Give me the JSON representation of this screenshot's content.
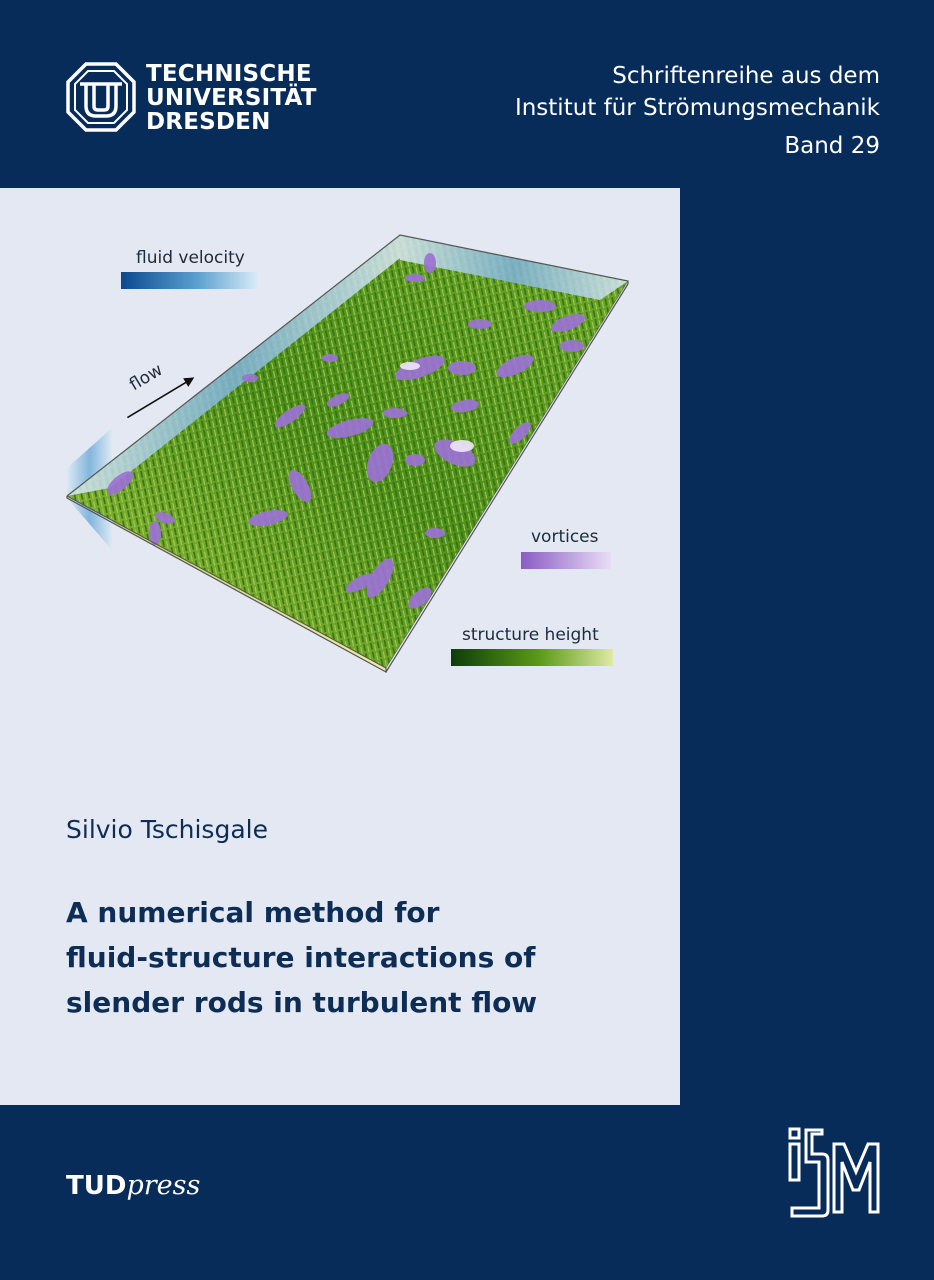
{
  "header": {
    "university_lines": [
      "TECHNISCHE",
      "UNIVERSITÄT",
      "DRESDEN"
    ],
    "series_line1": "Schriftenreihe aus dem",
    "series_line2": "Institut für Strömungsmechanik",
    "volume": "Band 29"
  },
  "figure": {
    "legend_fluid_velocity": "fluid velocity",
    "legend_vortices": "vortices",
    "legend_structure_height": "structure height",
    "flow_label": "flow",
    "colors": {
      "velocity_dark": "#0b4a8f",
      "velocity_light": "#d9ecf7",
      "vortex_dark": "#8a5cc4",
      "vortex_light": "#eadcf7",
      "structure_dark": "#0d3d0a",
      "structure_light": "#dfe9a6"
    }
  },
  "author": "Silvio Tschisgale",
  "title_lines": [
    "A numerical method for",
    "fluid-structure interactions of",
    "slender rods in turbulent flow"
  ],
  "publisher": {
    "part1": "TUD",
    "part2": "press"
  },
  "colors": {
    "navy": "#072c5a",
    "panel": "#e3e8f2",
    "title_text": "#0d2d55"
  }
}
